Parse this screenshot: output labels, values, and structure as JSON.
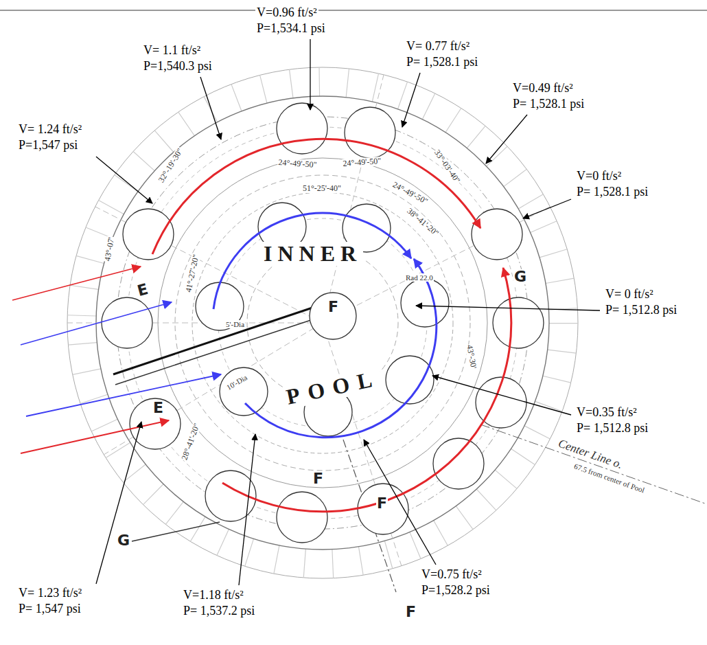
{
  "diagram": {
    "labels": [
      "V=0.96 ft/s²",
      "P=1,534.1 psi",
      "V= 1.1 ft/s²",
      "P=1,540.3 psi",
      "V= 0.77 ft/s²",
      "P= 1,528.1 psi",
      "V=0.49 ft/s²",
      "P= 1,528.1 psi",
      "V= 1.24 ft/s²",
      "P=1,547 psi",
      "V=0 ft/s²",
      "P= 1,528.1 psi",
      "V= 0 ft/s²",
      "P=  1,512.8 psi",
      "V=0.35 ft/s²",
      "P= 1,512.8 psi",
      "V= 1.23 ft/s²",
      "P= 1,547 psi",
      "V=1.18 ft/s²",
      "P= 1,537.2 psi",
      "V=0.75 ft/s²",
      "P=1,528.2 psi",
      "INNER",
      "POOL",
      "E",
      "E",
      "G",
      "G",
      "F",
      "F",
      "F",
      "F",
      "Center Line o.",
      "67.5 from center of Pool",
      "24°-49'-50\"",
      "24°-49'-50\"",
      "24°-49'-50\"",
      "51°-25'-40\"",
      "32°-19'-30\"",
      "33°-03'-40\"",
      "38°-41'-20\"",
      "43°-07'",
      "41°-27'-20\"",
      "28°-41'-20\"",
      "43°-30'",
      "Rad 22.0",
      "10'-Dia",
      "5'-Dia"
    ]
  }
}
